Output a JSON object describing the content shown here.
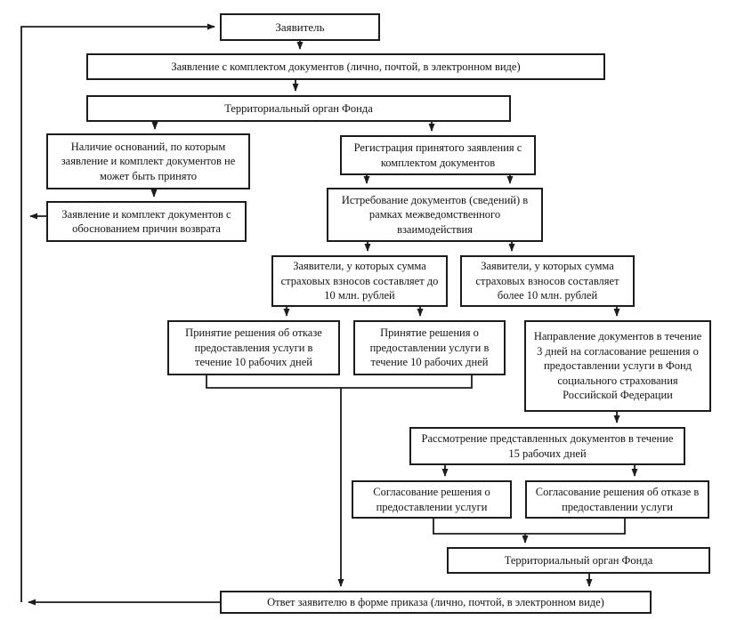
{
  "diagram": {
    "type": "flowchart",
    "language": "ru",
    "colors": {
      "line": "#1c1c1c",
      "background": "#ffffff",
      "box_fill": "#ffffff",
      "text": "#141414"
    }
  },
  "nodes": {
    "applicant": {
      "label": "Заявитель"
    },
    "application": {
      "label": "Заявление с комплектом документов (лично, почтой, в электронном виде)"
    },
    "territorial_body": {
      "label": "Территориальный орган Фонда"
    },
    "grounds_for_refusal": {
      "label": "Наличие оснований, по которым заявление и комплект документов не может быть принято"
    },
    "return_documents": {
      "label": "Заявление и комплект документов с обоснованием причин возврата"
    },
    "registration": {
      "label": "Регистрация принятого заявления с комплектом документов"
    },
    "interagency_request": {
      "label": "Истребование документов (сведений) в рамках межведомственного взаимодействия"
    },
    "applicants_under_10m": {
      "label": "Заявители, у которых сумма страховых взносов составляет до 10 млн. рублей"
    },
    "applicants_over_10m": {
      "label": "Заявители, у которых сумма страховых взносов составляет более 10 млн. рублей"
    },
    "decision_refusal": {
      "label": "Принятие решения  об отказе предоставления услуги в течение 10 рабочих дней"
    },
    "decision_grant": {
      "label": "Принятие решения  о предоставлении услуги в течение 10 рабочих дней"
    },
    "send_for_approval": {
      "label": "Направление документов в течение 3 дней на согласование решения о предоставлении услуги в Фонд социального страхования Российской Федерации"
    },
    "review_documents": {
      "label": "Рассмотрение представленных документов в течение 15 рабочих дней"
    },
    "approval_grant": {
      "label": "Согласование решения о предоставлении услуги"
    },
    "approval_refusal": {
      "label": "Согласование решения об отказе в предоставлении услуги"
    },
    "territorial_body_2": {
      "label": "Территориальный орган Фонда"
    },
    "response": {
      "label": "Ответ заявителю в форме приказа (лично, почтой, в электронном виде)"
    }
  }
}
